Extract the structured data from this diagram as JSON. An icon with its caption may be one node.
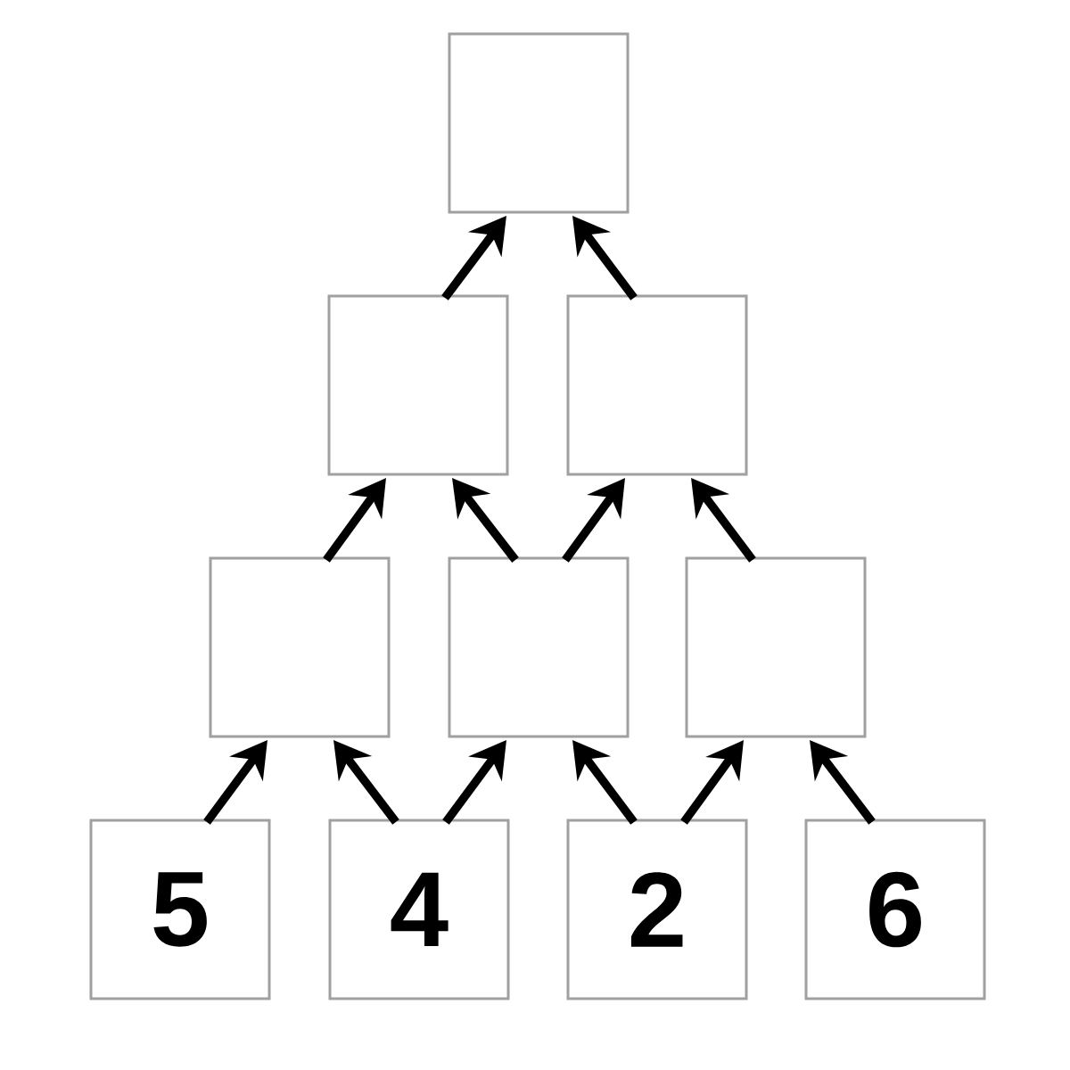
{
  "diagram": {
    "nodes": [
      {
        "text": [],
        "shape": "box"
      },
      {
        "text": [],
        "shape": "box"
      },
      {
        "text": [],
        "shape": "box"
      },
      {
        "text": [],
        "shape": "box"
      },
      {
        "text": [],
        "shape": "box"
      },
      {
        "text": [],
        "shape": "box"
      },
      {
        "text": [
          "5"
        ]
      },
      {
        "text": [
          "4"
        ]
      },
      {
        "text": [
          "2"
        ]
      },
      {
        "text": [
          "6"
        ]
      }
    ],
    "edges": [
      {
        "from": 1,
        "to": 0,
        "arrow": "to"
      },
      {
        "from": 2,
        "to": 0,
        "arrow": "to"
      },
      {
        "from": 3,
        "to": 1,
        "arrow": "to"
      },
      {
        "from": 4,
        "to": 1,
        "arrow": "to"
      },
      {
        "from": 4,
        "to": 2,
        "arrow": "to"
      },
      {
        "from": 5,
        "to": 2,
        "arrow": "to"
      },
      {
        "from": 6,
        "to": 3,
        "arrow": "to"
      },
      {
        "from": 7,
        "to": 3,
        "arrow": "to"
      },
      {
        "from": 7,
        "to": 4,
        "arrow": "to"
      },
      {
        "from": 8,
        "to": 4,
        "arrow": "to"
      },
      {
        "from": 8,
        "to": 5,
        "arrow": "to"
      },
      {
        "from": 9,
        "to": 5,
        "arrow": "to"
      }
    ]
  }
}
